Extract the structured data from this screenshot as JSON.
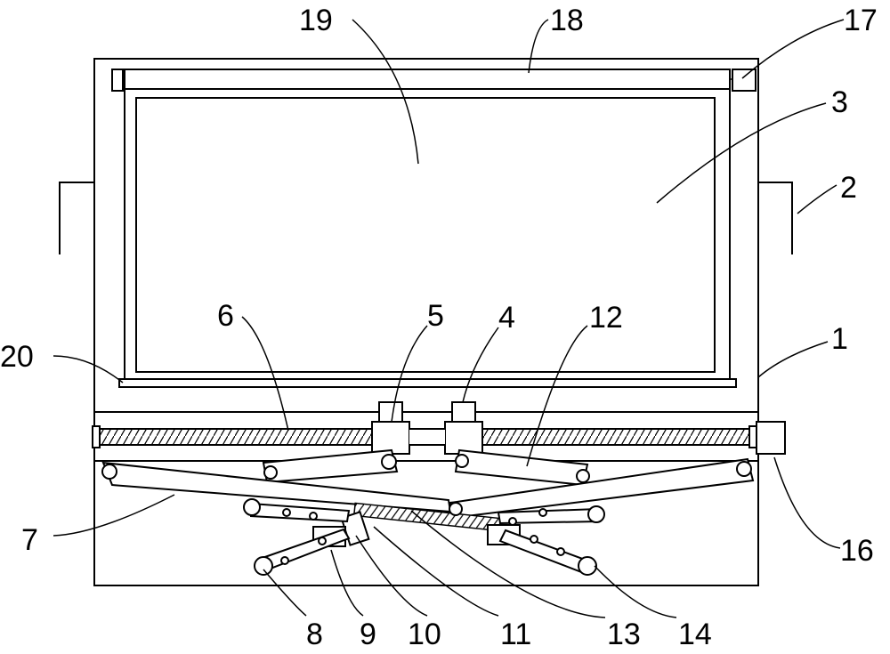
{
  "diagram": {
    "labels": {
      "l1": "1",
      "l2": "2",
      "l3": "3",
      "l4": "4",
      "l5": "5",
      "l6": "6",
      "l7": "7",
      "l8": "8",
      "l9": "9",
      "l10": "10",
      "l11": "11",
      "l12": "12",
      "l13": "13",
      "l14": "14",
      "l16": "16",
      "l17": "17",
      "l18": "18",
      "l19": "19",
      "l20": "20"
    }
  }
}
